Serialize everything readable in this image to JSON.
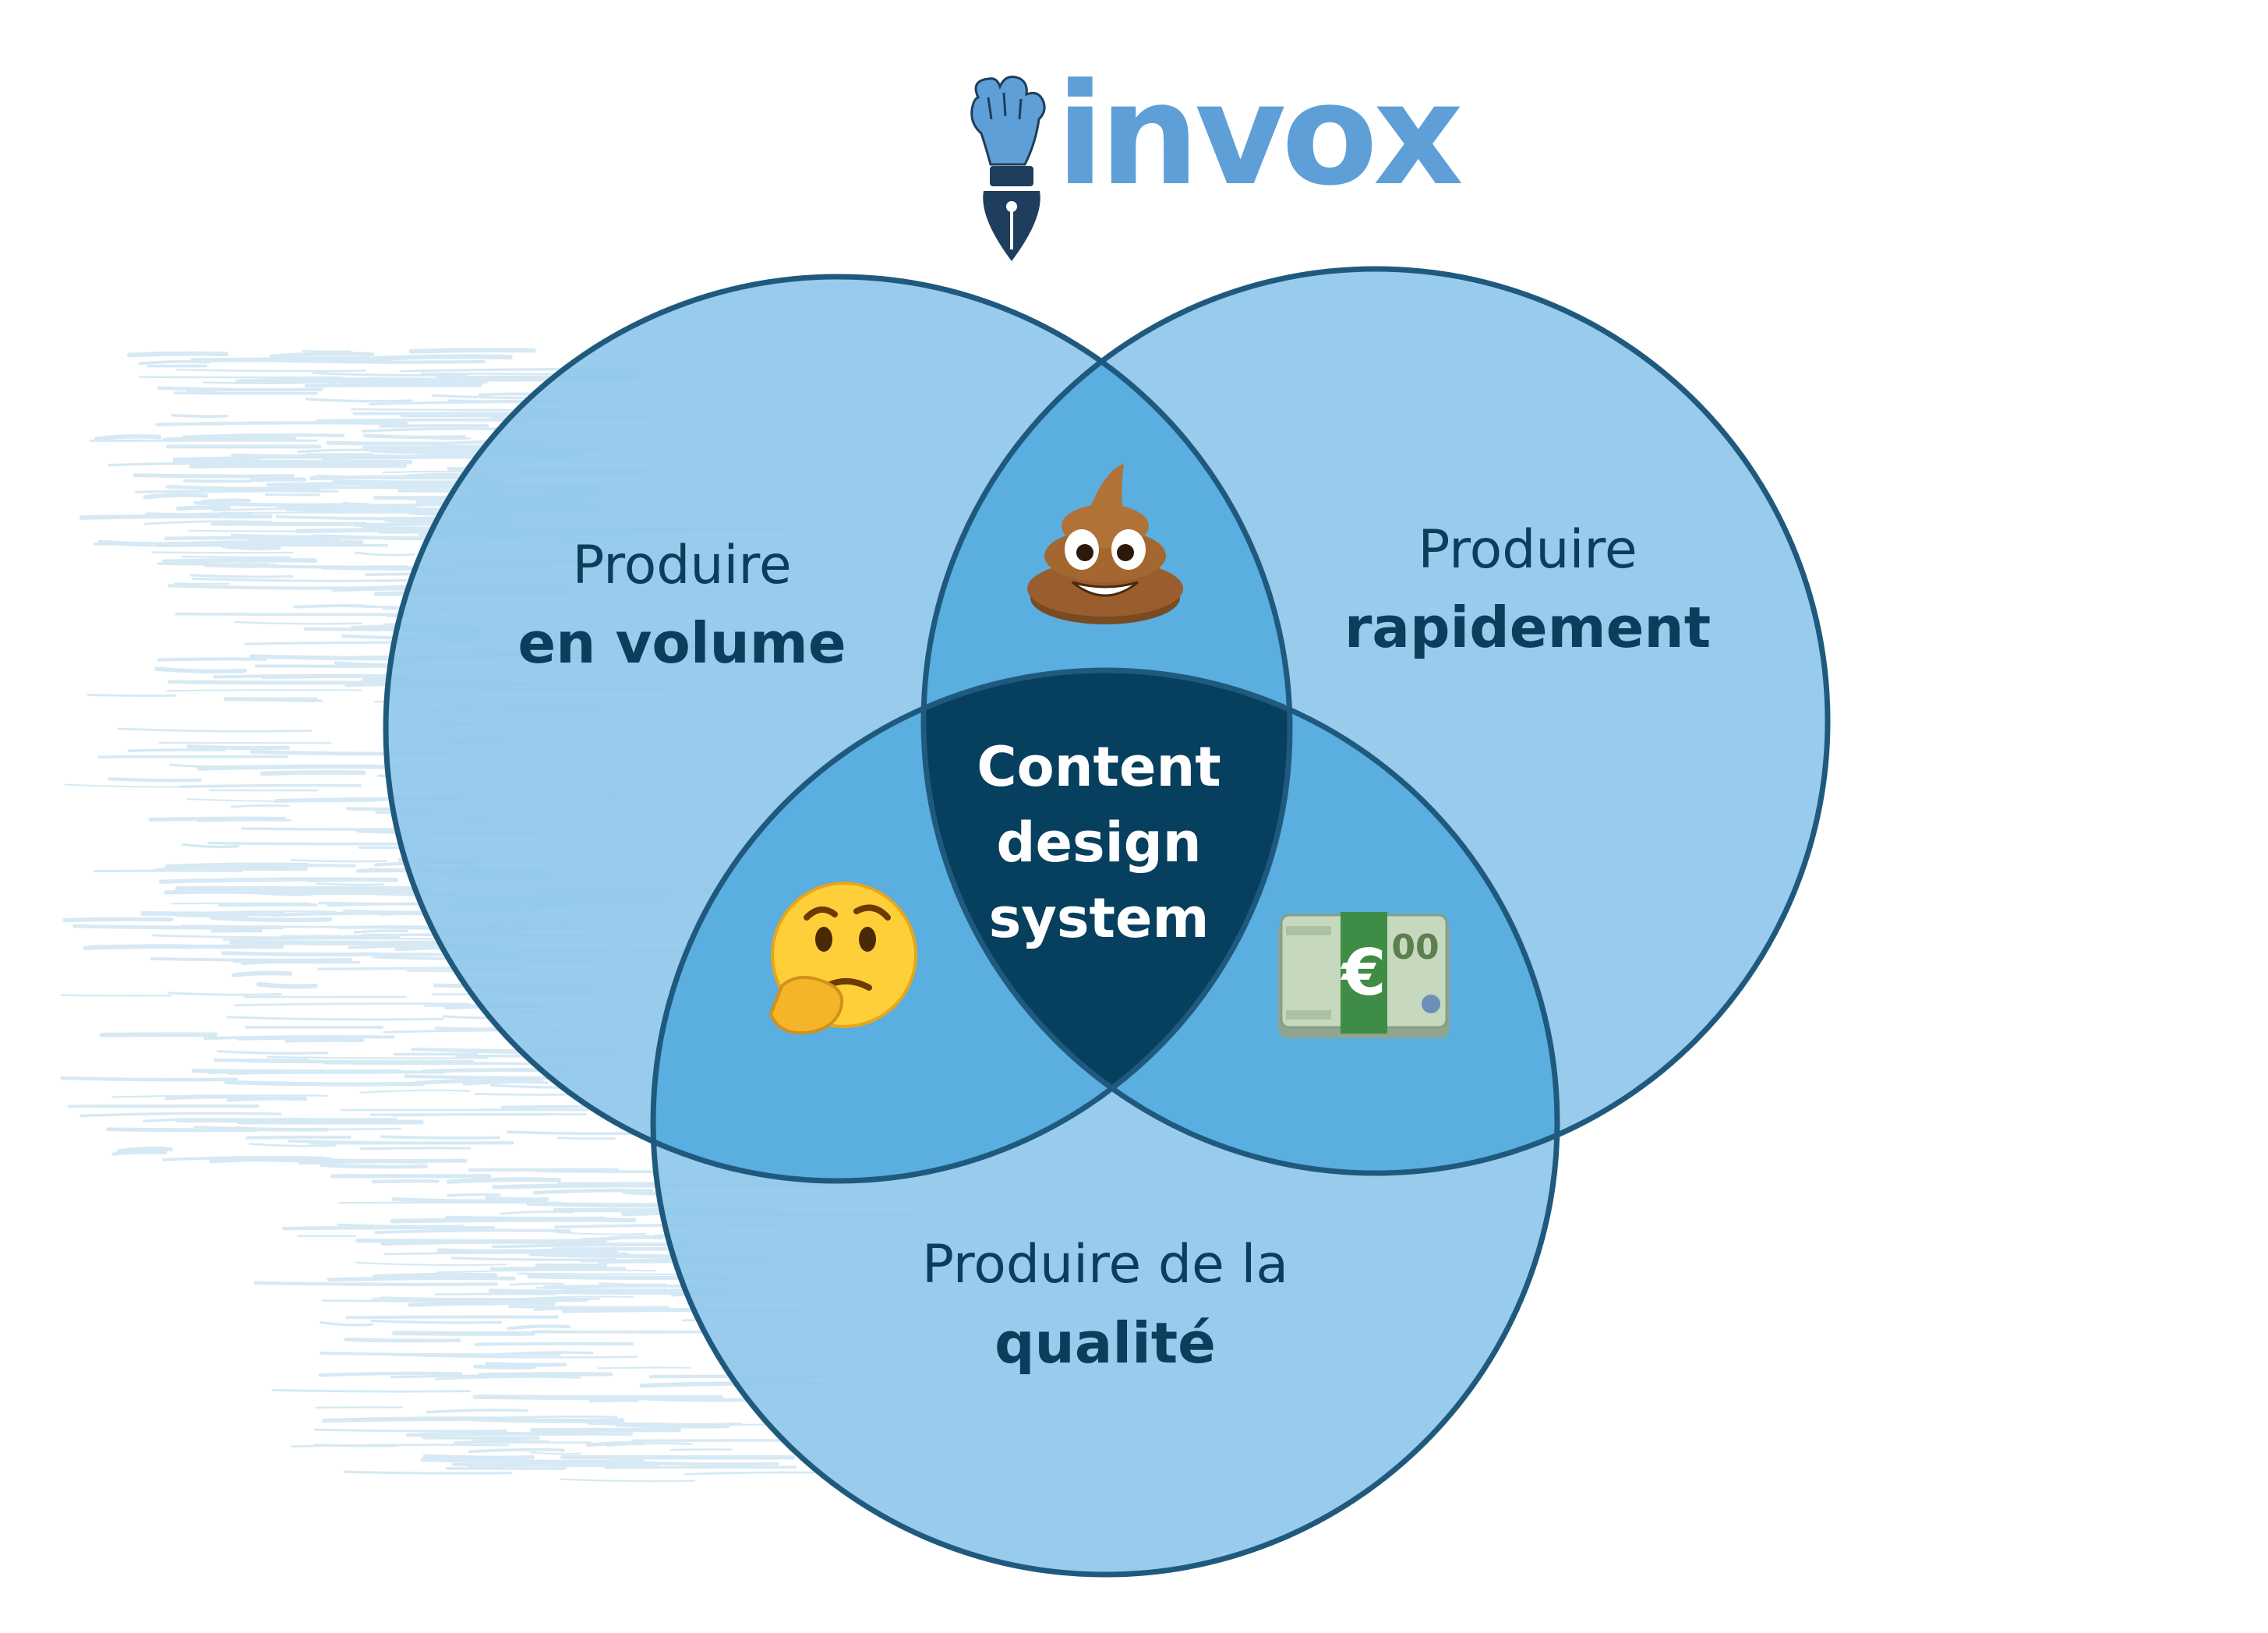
{
  "logo": {
    "wordmark": "invox"
  },
  "colors": {
    "circle_fill": "#8ec6ea",
    "overlap_fill": "#5aaee0",
    "center_fill": "#073f5e",
    "outline": "#1f5a7e",
    "label_text": "#0d3d5c",
    "logo_blue": "#5d9fd6",
    "logo_dark": "#1f3d5c",
    "texture": "#cfe6f3"
  },
  "diagram": {
    "circles": [
      {
        "line1": "Produire",
        "line2": "en volume"
      },
      {
        "line1": "Produire",
        "line2": "rapidement"
      },
      {
        "line1": "Produire de la",
        "line2": "qualité"
      }
    ],
    "center": {
      "line1": "Content",
      "line2": "design",
      "line3": "system"
    },
    "overlaps": {
      "volume_rapidement": {
        "icon": "poop-emoji-icon"
      },
      "volume_qualite": {
        "icon": "thinking-face-emoji-icon"
      },
      "rapidement_qualite": {
        "icon": "euro-banknotes-emoji-icon"
      }
    }
  }
}
